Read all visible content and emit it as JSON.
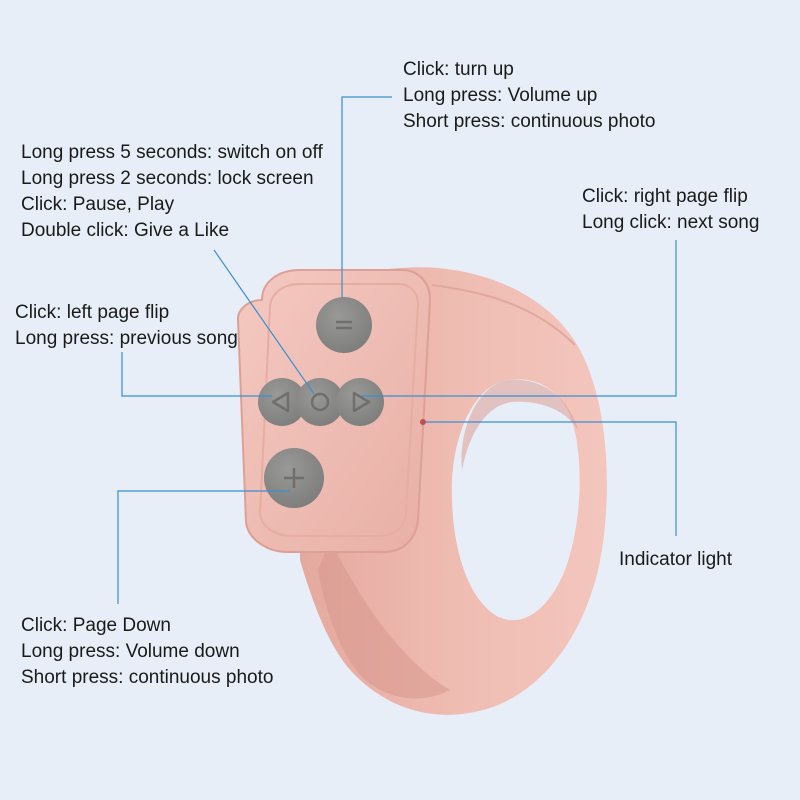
{
  "colors": {
    "background": "#e7eef7",
    "ring_body": "#ecb7ae",
    "ring_shadow": "#d89d93",
    "ring_highlight": "#f6cdc5",
    "button": "#8a8a88",
    "button_symbol": "#6f6f6d",
    "callout_line": "#3a8fd2",
    "indicator_light": "#c0504d"
  },
  "labels": {
    "volume_up_button": {
      "icon": "minus-icon",
      "lines": [
        "Click: turn up",
        "Long press: Volume up",
        "Short press: continuous photo"
      ]
    },
    "center_button": {
      "icon": "circle-icon",
      "lines": [
        "Long press 5 seconds: switch on off",
        "Long press 2 seconds: lock screen",
        "Click: Pause, Play",
        "Double click: Give a Like"
      ]
    },
    "right_button": {
      "icon": "triangle-right-icon",
      "lines": [
        "Click: right page flip",
        "Long click: next song"
      ]
    },
    "left_button": {
      "icon": "triangle-left-icon",
      "lines": [
        "Click: left page flip",
        "Long press: previous song"
      ]
    },
    "indicator": {
      "lines": [
        "Indicator light"
      ]
    },
    "volume_down_button": {
      "icon": "plus-icon",
      "lines": [
        "Click: Page Down",
        "Long press: Volume down",
        "Short press: continuous photo"
      ]
    }
  }
}
